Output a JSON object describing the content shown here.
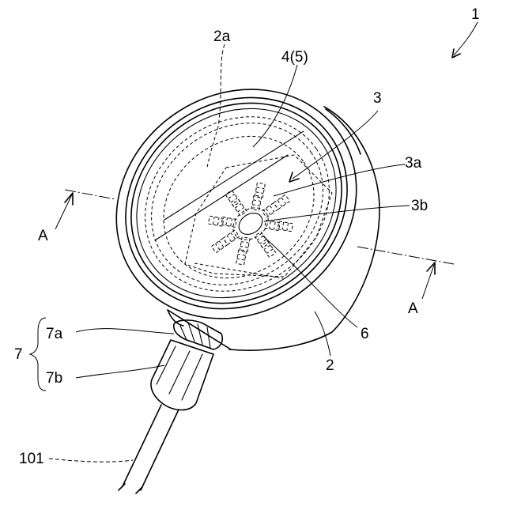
{
  "labels": {
    "ref_1": "1",
    "ref_2a": "2a",
    "ref_4_5": "4(5)",
    "ref_3": "3",
    "ref_3a": "3a",
    "ref_3b": "3b",
    "ref_6": "6",
    "ref_2": "2",
    "ref_7": "7",
    "ref_7a": "7a",
    "ref_7b": "7b",
    "ref_101": "101",
    "section_a_left": "A",
    "section_a_right": "A"
  },
  "led_block_count": 16
}
